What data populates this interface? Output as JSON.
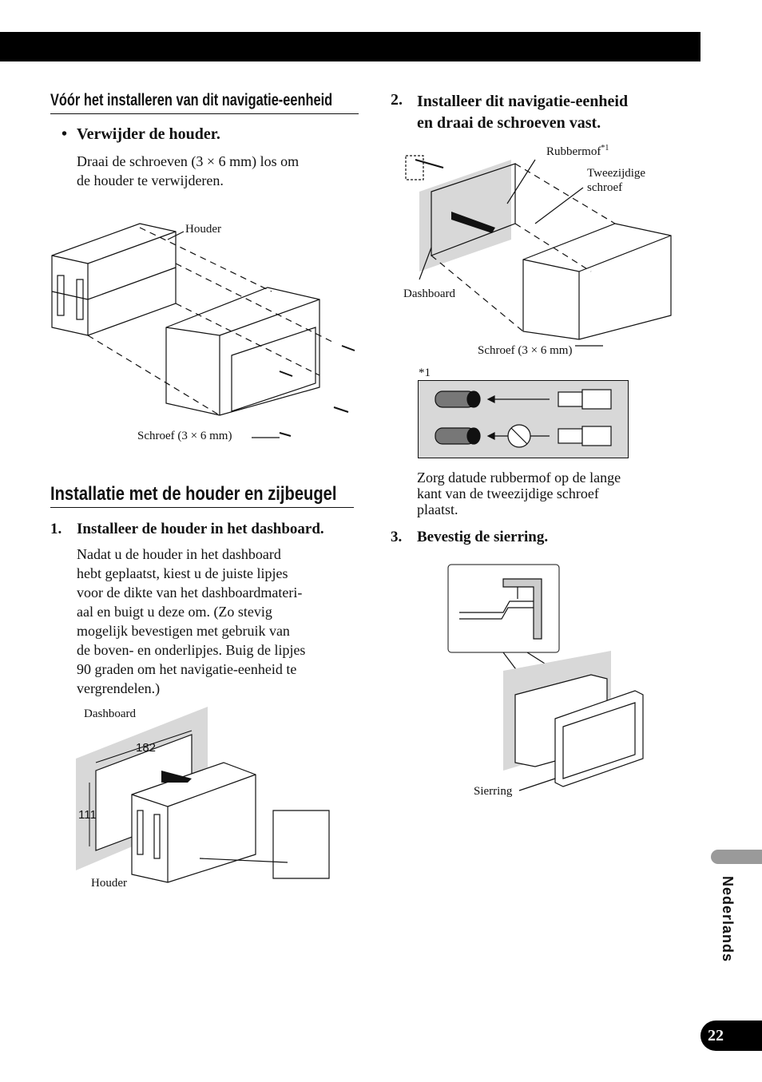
{
  "left": {
    "section1_title": "Vóór het installeren van dit navigatie-eenheid",
    "bullet_mark": "•",
    "bullet_title": "Verwijder de houder.",
    "bullet_body": [
      "Draai de schroeven (3 × 6 mm) los om",
      "de houder te verwijderen."
    ],
    "fig1": {
      "label_houder": "Houder",
      "label_schroef": "Schroef (3 × 6 mm)"
    },
    "section2_title": "Installatie met de houder en zijbeugel",
    "step1_num": "1.",
    "step1_title": "Installeer de houder in het dashboard.",
    "step1_body": [
      "Nadat u de houder in het dashboard",
      "hebt geplaatst, kiest u de juiste lipjes",
      "voor de dikte van het dashboardmateri-",
      "aal en buigt u deze om. (Zo stevig",
      "mogelijk bevestigen met gebruik van",
      "de boven- en onderlipjes. Buig de lipjes",
      "90 graden om het navigatie-eenheid te",
      "vergrendelen.)"
    ],
    "fig2": {
      "label_dashboard": "Dashboard",
      "label_houder": "Houder",
      "dim_width": "182",
      "dim_height": "111"
    }
  },
  "right": {
    "step2_num": "2.",
    "step2_title": [
      "Installeer dit navigatie-eenheid",
      "en draai de schroeven vast."
    ],
    "fig3": {
      "label_rubbermof": "Rubbermof",
      "label_rubbermof_note": "*1",
      "label_tweezijdige": [
        "Tweezijdige",
        "schroef"
      ],
      "label_dashboard": "Dashboard",
      "label_schroef": "Schroef (3 × 6 mm)",
      "note_mark": "*1"
    },
    "note_text": [
      "Zorg datude rubbermof op de lange",
      "kant van de tweezijdige schroef",
      "plaatst."
    ],
    "step3_num": "3.",
    "step3_title": "Bevestig de sierring.",
    "fig4": {
      "label_sierring": "Sierring"
    }
  },
  "side_language": "Nederlands",
  "page_number": "22"
}
